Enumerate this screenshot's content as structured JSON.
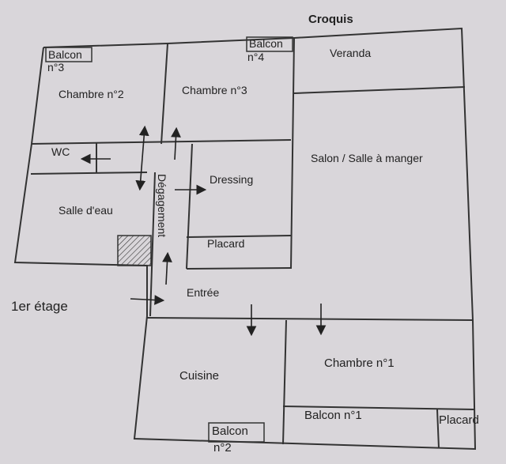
{
  "title": "Croquis",
  "floor_label": "1er étage",
  "rooms": {
    "chambre2": "Chambre n°2",
    "chambre3": "Chambre n°3",
    "veranda": "Veranda",
    "wc": "WC",
    "dressing": "Dressing",
    "salon": "Salon / Salle à manger",
    "salle_eau": "Salle d'eau",
    "degagement": "Dégagement",
    "placard_dressing": "Placard",
    "entree": "Entrée",
    "cuisine": "Cuisine",
    "chambre1": "Chambre n°1",
    "balcon1": "Balcon n°1",
    "placard_right": "Placard"
  },
  "balconies": {
    "b3_word": "Balcon",
    "b3_num": "n°3",
    "b4_word": "Balcon",
    "b4_num": "n°4",
    "b2_word": "Balcon",
    "b2_num": "n°2"
  }
}
